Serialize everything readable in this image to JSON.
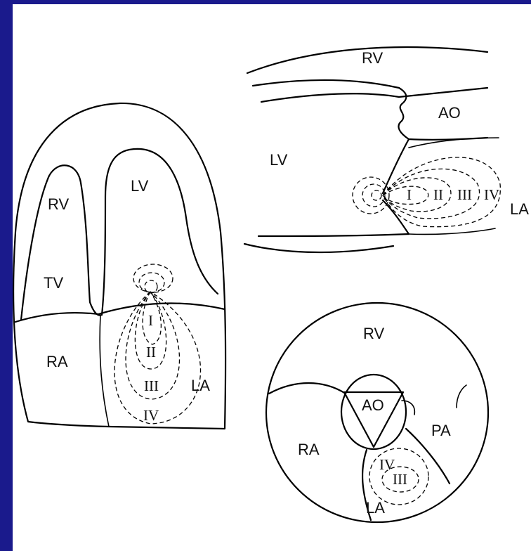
{
  "colors": {
    "frame": "#1a1a8c",
    "slide": "#ffffff",
    "ink": "#000000"
  },
  "apical_view": {
    "labels": {
      "rv": "RV",
      "lv": "LV",
      "tv": "TV",
      "ra": "RA",
      "la": "LA"
    },
    "zones": [
      "I",
      "II",
      "III",
      "IV"
    ]
  },
  "long_axis_view": {
    "labels": {
      "rv": "RV",
      "ao": "AO",
      "lv": "LV",
      "la": "LA"
    },
    "zones": [
      "I",
      "II",
      "III",
      "IV"
    ]
  },
  "short_axis_view": {
    "labels": {
      "rv": "RV",
      "ao": "AO",
      "ra": "RA",
      "pa": "PA",
      "la": "LA"
    },
    "zones": [
      "IV",
      "III"
    ]
  }
}
